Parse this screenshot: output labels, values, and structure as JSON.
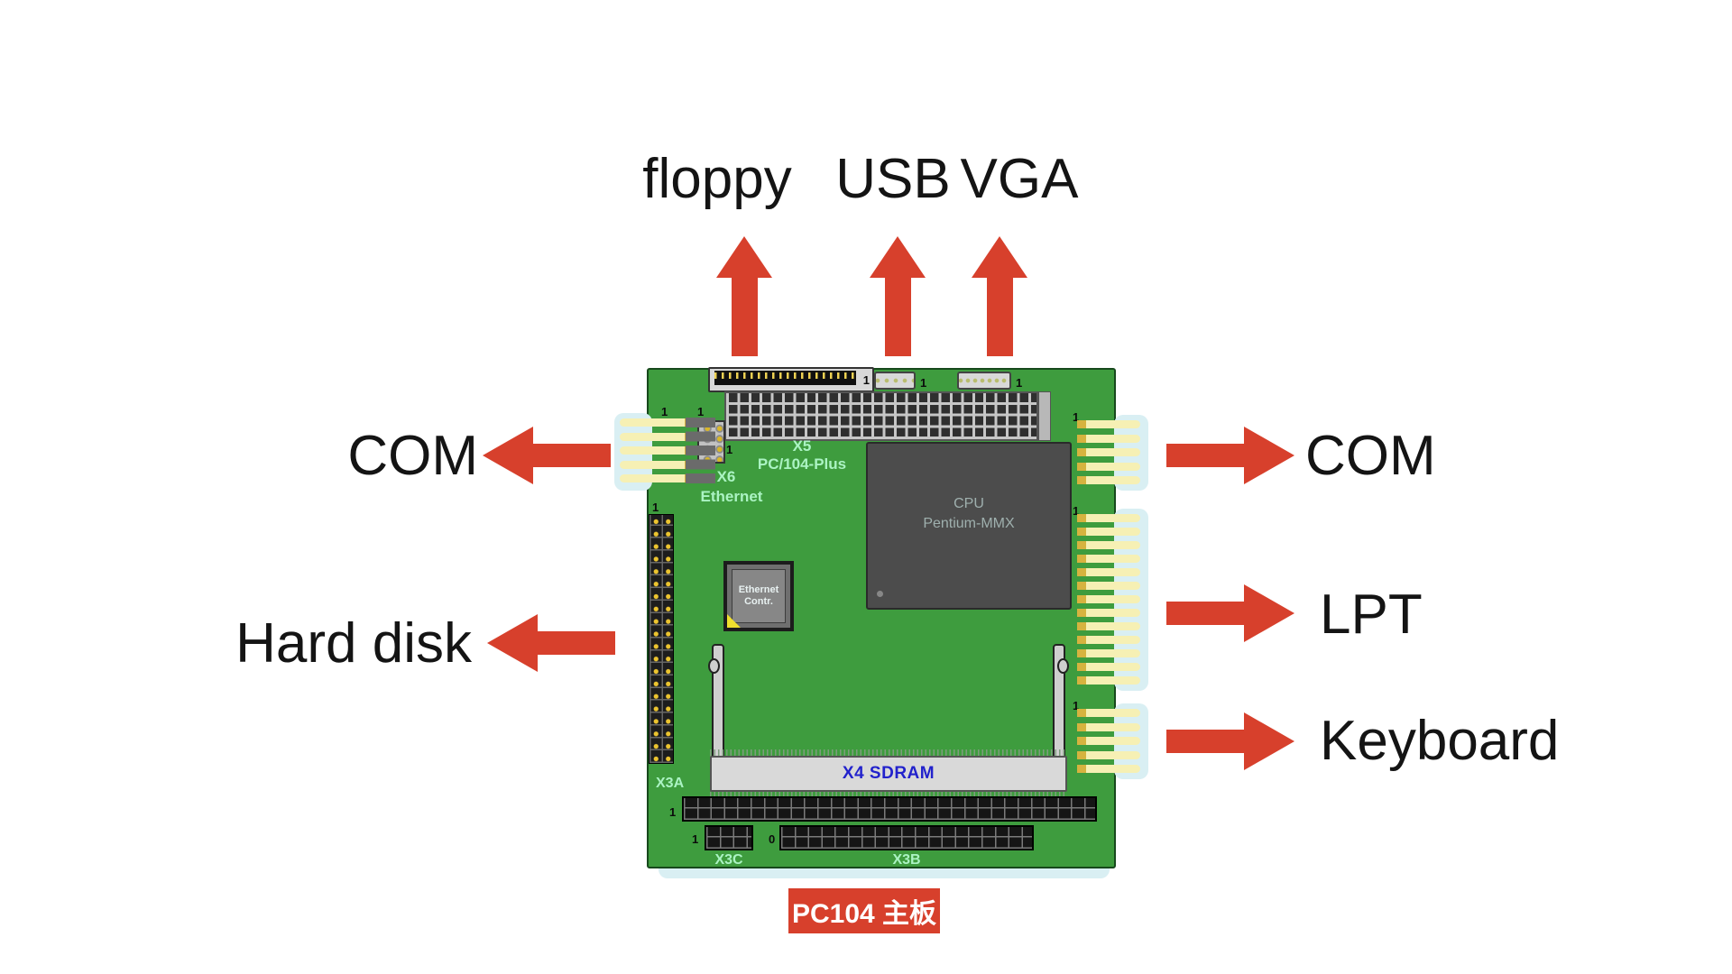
{
  "labels": {
    "top": [
      {
        "text": "floppy"
      },
      {
        "text": "USB"
      },
      {
        "text": "VGA"
      }
    ],
    "left": [
      {
        "text": "COM"
      },
      {
        "text": "Hard disk"
      }
    ],
    "right": [
      {
        "text": "COM"
      },
      {
        "text": "LPT"
      },
      {
        "text": "Keyboard"
      }
    ]
  },
  "caption": "PC104 主板",
  "board": {
    "x5_name": "X5",
    "x5_type": "PC/104-Plus",
    "x6_name": "X6",
    "x6_type": "Ethernet",
    "cpu_name": "CPU",
    "cpu_model": "Pentium-MMX",
    "eth_ctrl_line1": "Ethernet",
    "eth_ctrl_line2": "Contr.",
    "sdram_label": "X4 SDRAM",
    "x3a": "X3A",
    "x3b": "X3B",
    "x3c": "X3C",
    "pin1": "1",
    "pin0": "0"
  },
  "connectors": {
    "left_com_pins": 5,
    "right_com_pins": 5,
    "lpt_pins": 13,
    "keyboard_pins": 5
  },
  "colors": {
    "arrow": "#d7402c",
    "board": "#3e9c3e",
    "mint": "#abf3c3",
    "sdram_blue": "#2222cc",
    "caption_bg": "#d7402c"
  }
}
